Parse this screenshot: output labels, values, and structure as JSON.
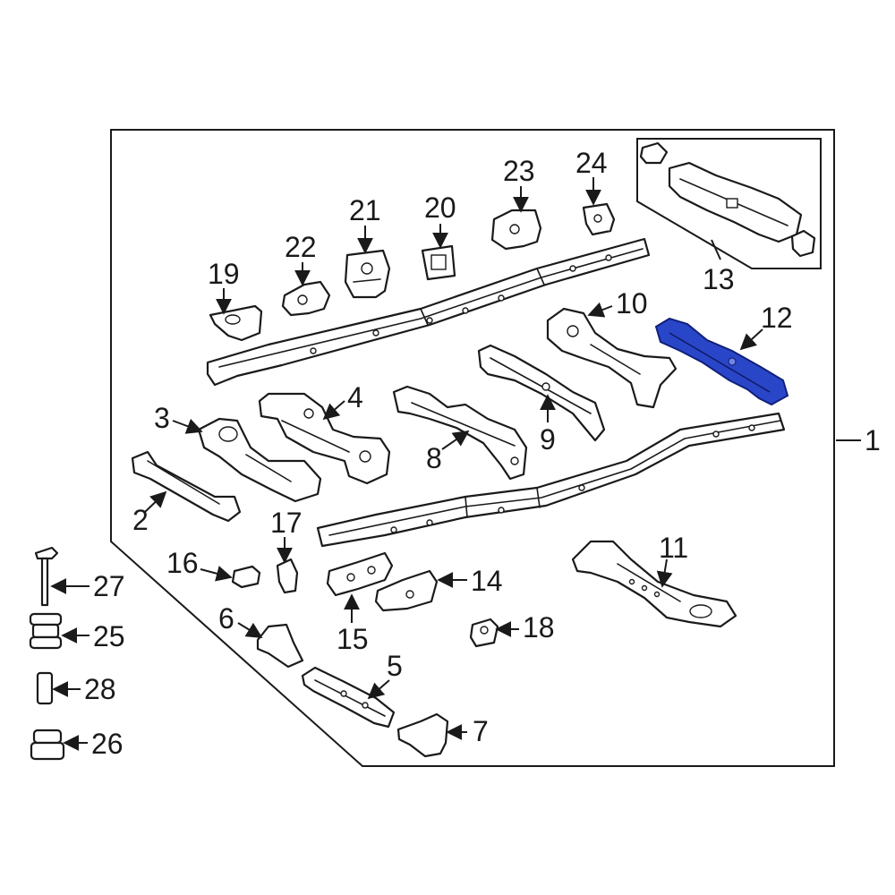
{
  "diagram": {
    "highlight_color": "#2a46c8",
    "line_color": "#1a1a1a",
    "highlighted_part": "12",
    "callouts": {
      "c1": "1",
      "c2": "2",
      "c3": "3",
      "c4": "4",
      "c5": "5",
      "c6": "6",
      "c7": "7",
      "c8": "8",
      "c9": "9",
      "c10": "10",
      "c11": "11",
      "c12": "12",
      "c13": "13",
      "c14": "14",
      "c15": "15",
      "c16": "16",
      "c17": "17",
      "c18": "18",
      "c19": "19",
      "c20": "20",
      "c21": "21",
      "c22": "22",
      "c23": "23",
      "c24": "24",
      "c25": "25",
      "c26": "26",
      "c27": "27",
      "c28": "28"
    }
  }
}
